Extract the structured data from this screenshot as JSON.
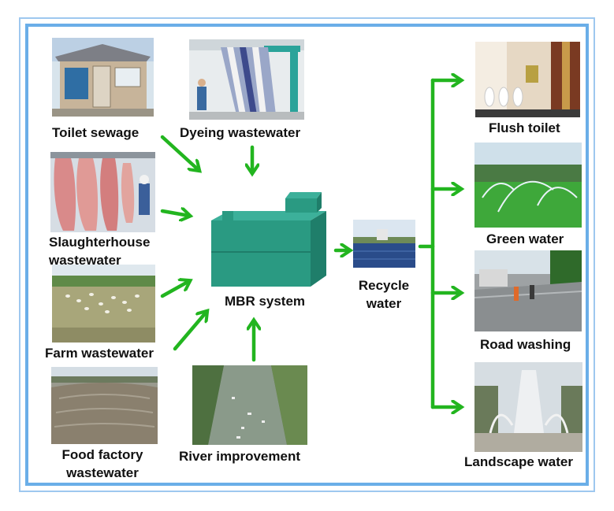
{
  "center": {
    "label": "MBR system"
  },
  "recycle": {
    "label_line1": "Recycle",
    "label_line2": "water"
  },
  "sources": {
    "toilet": "Toilet sewage",
    "dyeing": "Dyeing wastewater",
    "slaughter_line1": "Slaughterhouse",
    "slaughter_line2": "wastewater",
    "farm": "Farm wastewater",
    "food_line1": "Food factory",
    "food_line2": "wastewater",
    "river": "River improvement"
  },
  "uses": {
    "flush": "Flush toilet",
    "green": "Green water",
    "road": "Road washing",
    "landscape": "Landscape water"
  },
  "colors": {
    "arrow": "#22b51f",
    "frame": "#6aaee8",
    "tank": "#2a9a82"
  }
}
